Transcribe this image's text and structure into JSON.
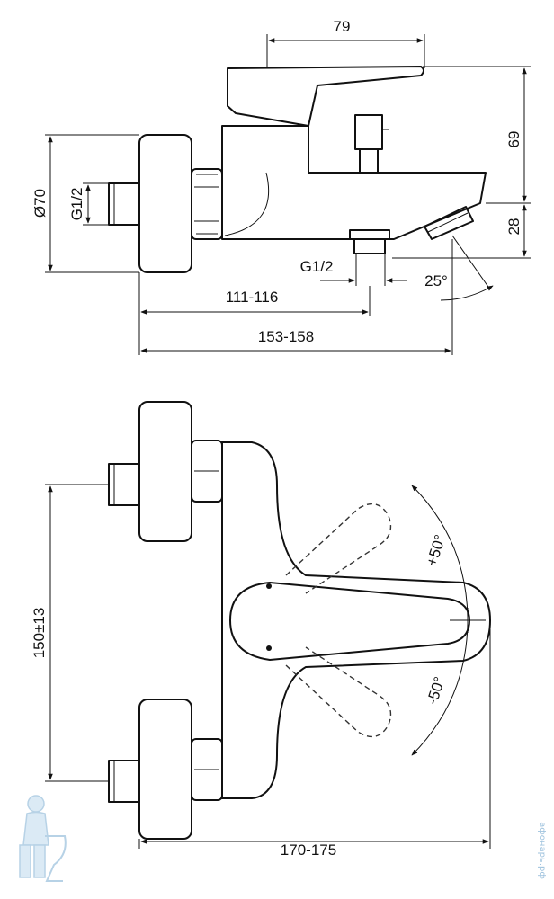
{
  "dimensions": {
    "top_width_79": "79",
    "height_69": "69",
    "height_28": "28",
    "diameter_70": "Ø70",
    "thread_inlet": "G1/2",
    "thread_outlet": "G1/2",
    "angle_25": "25°",
    "depth_111_116": "111-116",
    "depth_153_158": "153-158",
    "centers_150": "150±13",
    "width_170_175": "170-175",
    "angle_plus_50": "+50°",
    "angle_minus_50": "-50°"
  },
  "watermark": {
    "text": "афонарь.рф",
    "icon": "plumber-mascot-icon"
  },
  "colors": {
    "line": "#111111",
    "watermark": "#9fc3de"
  }
}
